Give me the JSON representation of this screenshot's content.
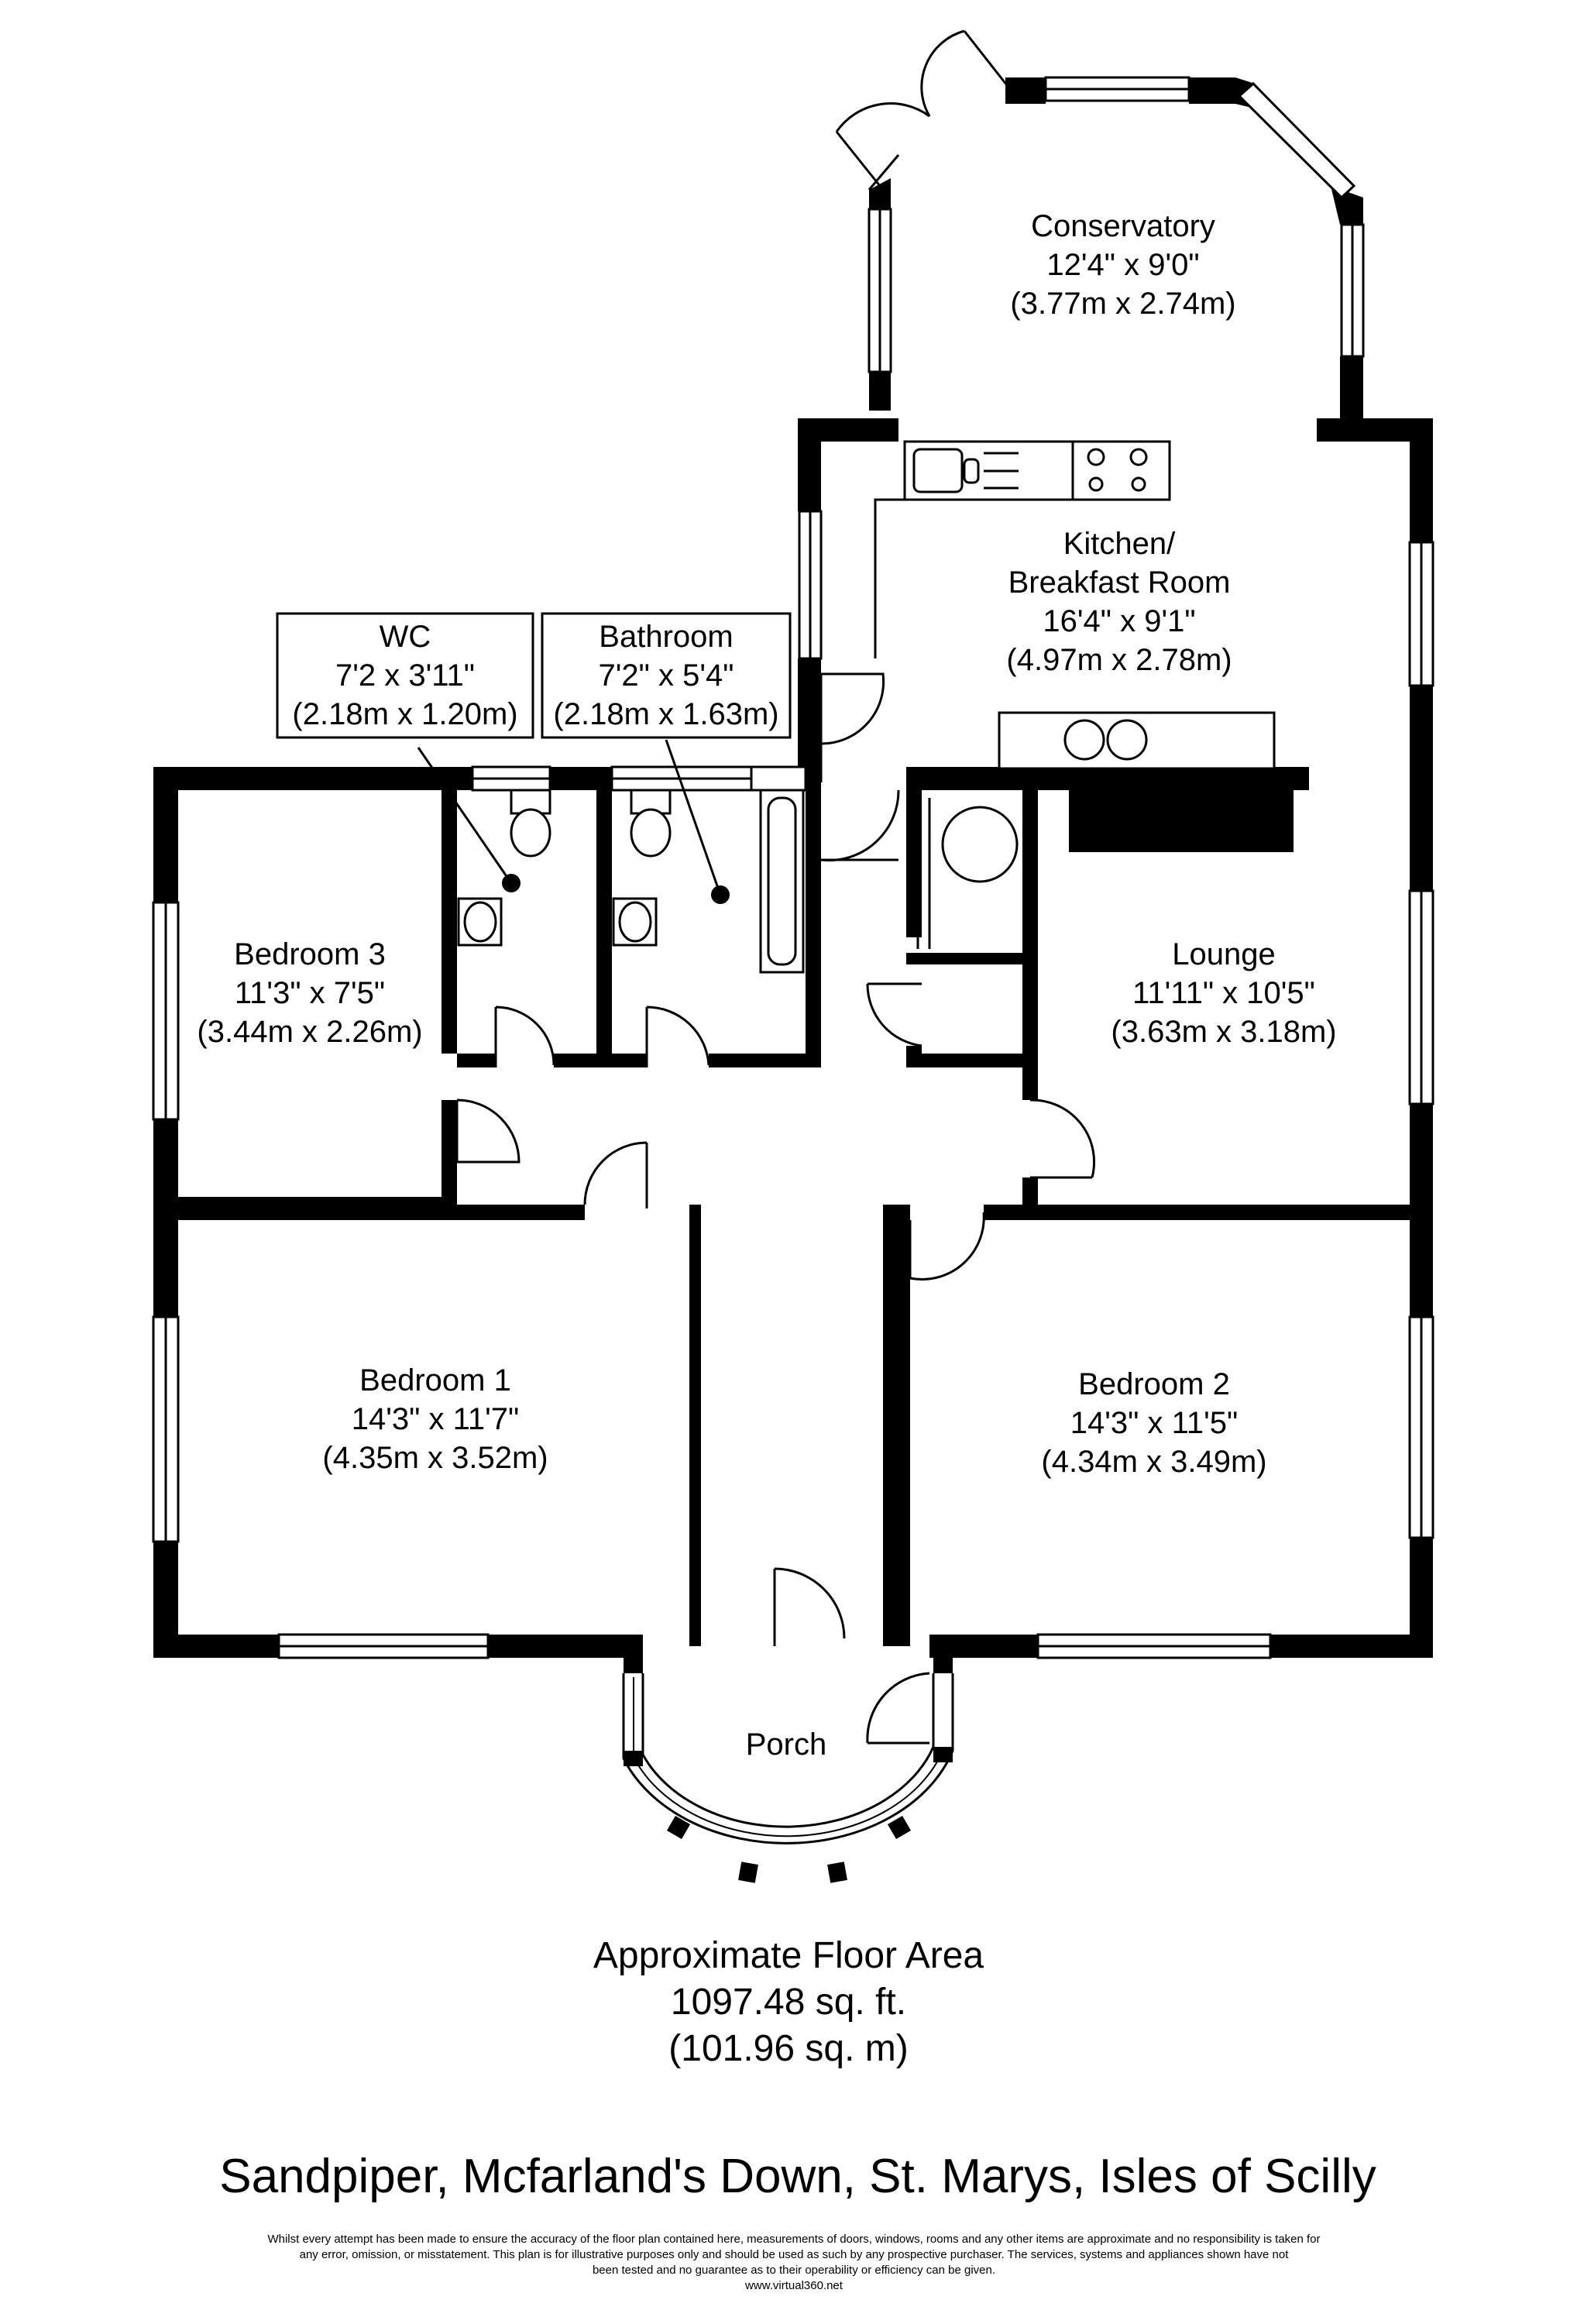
{
  "rooms": {
    "conservatory": {
      "name": "Conservatory",
      "imperial": "12'4\" x 9'0\"",
      "metric": "(3.77m x 2.74m)"
    },
    "kitchen": {
      "name_line1": "Kitchen/",
      "name_line2": "Breakfast Room",
      "imperial": "16'4\" x 9'1\"",
      "metric": "(4.97m x 2.78m)"
    },
    "wc": {
      "name": "WC",
      "imperial": "7'2 x 3'11\"",
      "metric": "(2.18m x 1.20m)"
    },
    "bathroom": {
      "name": "Bathroom",
      "imperial": "7'2\" x 5'4\"",
      "metric": "(2.18m x 1.63m)"
    },
    "bedroom3": {
      "name": "Bedroom 3",
      "imperial": "11'3\" x 7'5\"",
      "metric": "(3.44m x 2.26m)"
    },
    "lounge": {
      "name": "Lounge",
      "imperial": "11'11\" x 10'5\"",
      "metric": "(3.63m x 3.18m)"
    },
    "bedroom1": {
      "name": "Bedroom 1",
      "imperial": "14'3\" x 11'7\"",
      "metric": "(4.35m x 3.52m)"
    },
    "bedroom2": {
      "name": "Bedroom 2",
      "imperial": "14'3\" x 11'5\"",
      "metric": "(4.34m x 3.49m)"
    },
    "porch": {
      "name": "Porch"
    }
  },
  "floor_area": {
    "title": "Approximate Floor Area",
    "sqft": "1097.48 sq. ft.",
    "sqm": "(101.96 sq. m)"
  },
  "address": "Sandpiper, Mcfarland's Down, St. Marys, Isles of Scilly",
  "disclaimer": {
    "line1": "Whilst every attempt has been made to ensure the accuracy of the floor plan contained here, measurements of doors, windows, rooms and any other items  are approximate and no responsibility is taken for",
    "line2": "any error, omission, or misstatement. This plan is for illustrative purposes only and should be used as such by any prospective purchaser. The services, systems and appliances shown have not",
    "line3": "been tested and no guarantee as to their operability or efficiency can be given.",
    "line4": "www.virtual360.net"
  },
  "colors": {
    "wall": "#000000",
    "background": "#ffffff"
  }
}
